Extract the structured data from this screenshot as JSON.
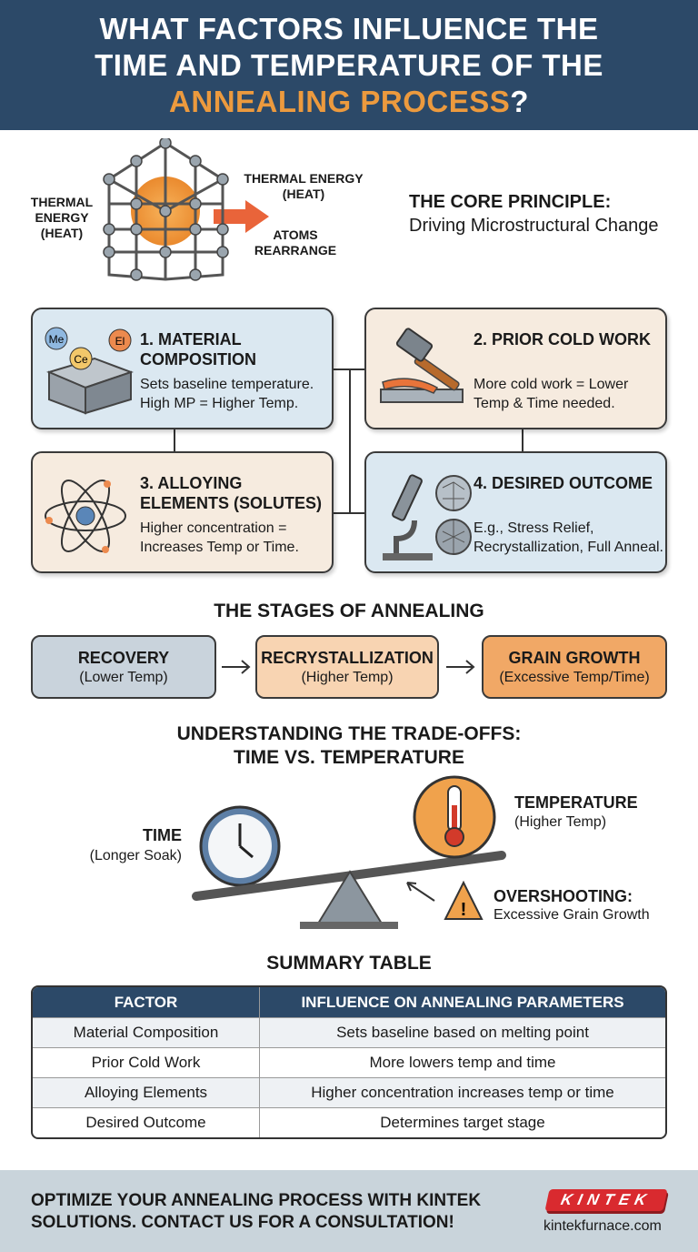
{
  "header": {
    "title_line1": "WHAT FACTORS INFLUENCE THE",
    "title_line2": "TIME AND TEMPERATURE OF THE",
    "title_highlight": "ANNEALING PROCESS",
    "title_end": "?"
  },
  "core": {
    "label_left": "THERMAL ENERGY (HEAT)",
    "label_top": "THERMAL ENERGY (HEAT)",
    "label_bottom": "ATOMS REARRANGE",
    "title": "THE CORE PRINCIPLE:",
    "subtitle": "Driving Microstructural Change"
  },
  "factors": [
    {
      "title": "1. MATERIAL COMPOSITION",
      "desc": "Sets baseline temperature. High MP = Higher Temp.",
      "icon": "material-block-icon",
      "badges": [
        "Me",
        "Ce",
        "El"
      ]
    },
    {
      "title": "2. PRIOR COLD WORK",
      "desc": "More cold work = Lower Temp & Time needed.",
      "icon": "hammer-icon"
    },
    {
      "title": "3. ALLOYING ELEMENTS (SOLUTES)",
      "desc": "Higher concentration = Increases Temp or Time.",
      "icon": "atom-icon"
    },
    {
      "title": "4. DESIRED OUTCOME",
      "desc": "E.g., Stress Relief, Recrystallization, Full Anneal.",
      "icon": "microscope-icon"
    }
  ],
  "stages": {
    "heading": "THE STAGES OF ANNEALING",
    "items": [
      {
        "name": "RECOVERY",
        "sub": "(Lower Temp)",
        "color": "#c9d3dc"
      },
      {
        "name": "RECRYSTALLIZATION",
        "sub": "(Higher Temp)",
        "color": "#f8d4b2"
      },
      {
        "name": "GRAIN GROWTH",
        "sub": "(Excessive Temp/Time)",
        "color": "#f1a866"
      }
    ]
  },
  "tradeoffs": {
    "heading_line1": "UNDERSTANDING THE TRADE-OFFS:",
    "heading_line2": "TIME VS. TEMPERATURE",
    "time_label": "TIME",
    "time_sub": "(Longer Soak)",
    "temp_label": "TEMPERATURE",
    "temp_sub": "(Higher Temp)",
    "warn_label": "OVERSHOOTING:",
    "warn_sub": "Excessive Grain Growth"
  },
  "summary": {
    "heading": "SUMMARY TABLE",
    "columns": [
      "FACTOR",
      "INFLUENCE ON ANNEALING PARAMETERS"
    ],
    "rows": [
      [
        "Material Composition",
        "Sets baseline based on melting point"
      ],
      [
        "Prior Cold Work",
        "More lowers temp and time"
      ],
      [
        "Alloying Elements",
        "Higher concentration increases temp or time"
      ],
      [
        "Desired Outcome",
        "Determines target stage"
      ]
    ]
  },
  "footer": {
    "cta_line1": "OPTIMIZE YOUR ANNEALING PROCESS WITH KINTEK",
    "cta_line2": "SOLUTIONS. CONTACT US FOR A CONSULTATION!",
    "logo": "KINTEK",
    "url": "kintekfurnace.com"
  },
  "colors": {
    "navy": "#2c4968",
    "orange": "#ec9a3e",
    "brand_red": "#d92a2f"
  }
}
